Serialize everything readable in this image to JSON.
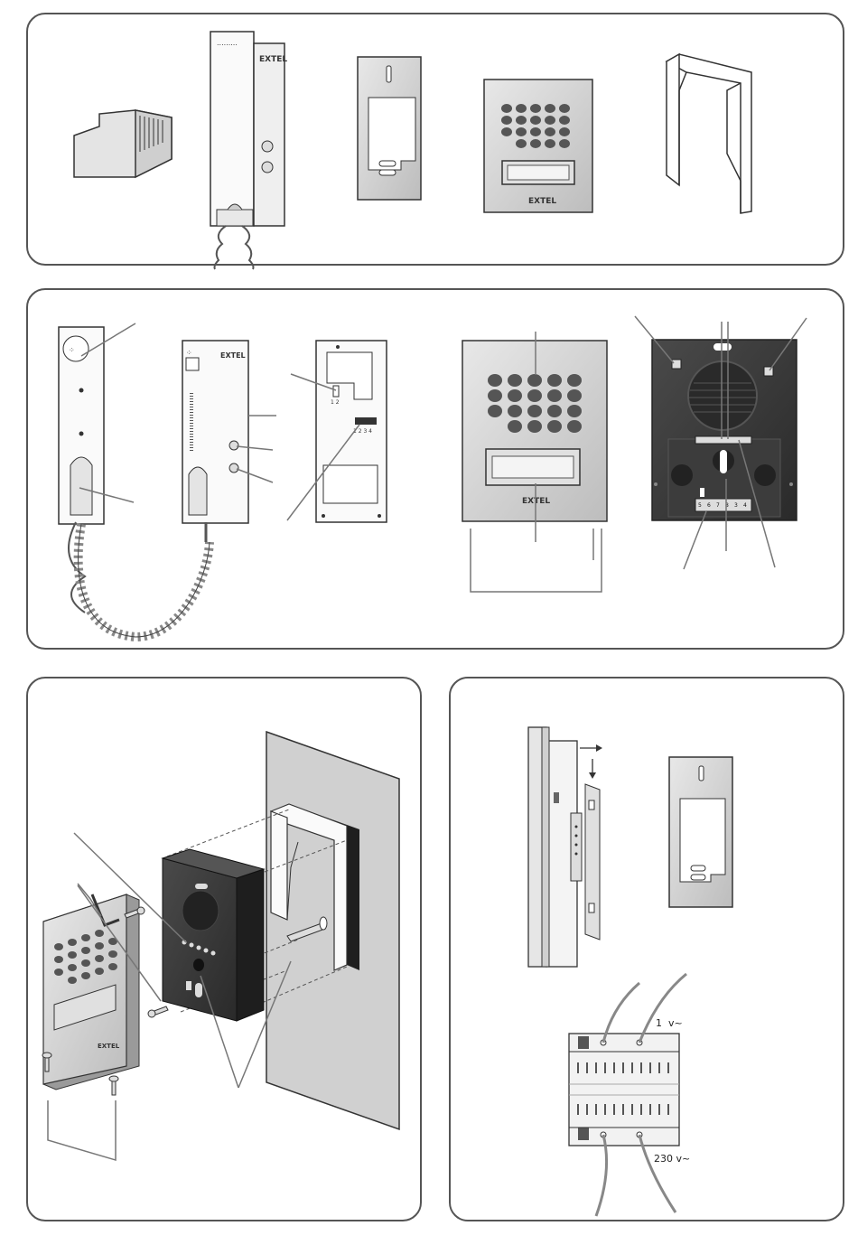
{
  "brand": {
    "logo_text": "EXTEL"
  },
  "panel1": {
    "items": [
      "power-supply",
      "handset-phone",
      "wall-mount-plate",
      "door-station-front",
      "rain-hood"
    ]
  },
  "panel2": {
    "dip_switch_numbers": "1 2 3 4",
    "jumper_numbers": "1 2",
    "terminal_numbers": [
      "5",
      "6",
      "7",
      "8",
      "3",
      "4"
    ]
  },
  "panel3": {
    "items": [
      "front-cover",
      "screws",
      "hex-key",
      "door-station-body",
      "rain-hood",
      "wall",
      "wall-plugs"
    ]
  },
  "panel4": {
    "voltage_top": "1  v~",
    "voltage_bottom": "230 v~"
  },
  "colors": {
    "frame": "#555555",
    "device_dark": "#3a3a3a",
    "plate_light": "#d4d4d4",
    "lead_line": "#777777"
  }
}
